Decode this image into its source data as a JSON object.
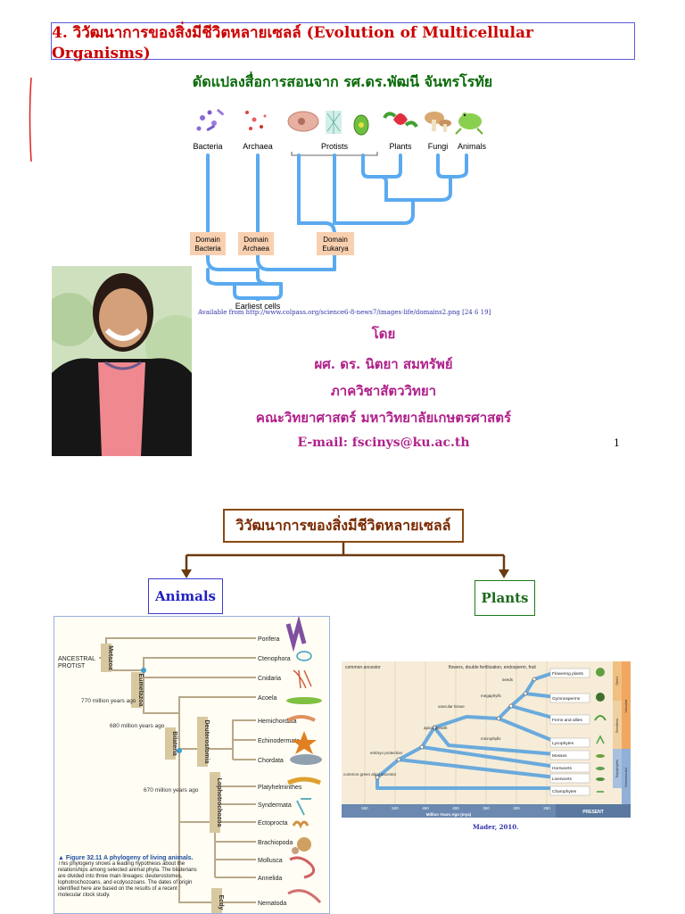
{
  "slide1": {
    "title": "4. วิวัฒนาการของสิ่งมีชีวิตหลายเซลล์ (Evolution of Multicellular Organisms)",
    "subtitle": "ดัดแปลงสื่อการสอนจาก รศ.ดร.พัฒนี จันทรโรทัย",
    "tree": {
      "groups": [
        "Bacteria",
        "Archaea",
        "Protists",
        "Plants",
        "Fungi",
        "Animals"
      ],
      "domains": [
        {
          "line1": "Domain",
          "line2": "Bacteria"
        },
        {
          "line1": "Domain",
          "line2": "Archaea"
        },
        {
          "line1": "Domain",
          "line2": "Eukarya"
        }
      ],
      "root": "Earliest cells"
    },
    "image_credit": "Available from http://www.colpass.org/science6-8-news7/images-life/domains2.png [24 6 19]",
    "by": "โดย",
    "author_name": "ผศ. ดร. นิตยา สมทรัพย์",
    "department": "ภาควิชาสัตววิทยา",
    "faculty": "คณะวิทยาศาสตร์ มหาวิทยาลัยเกษตรศาสตร์",
    "email": "E-mail: fscinys@ku.ac.th",
    "page_number": "1"
  },
  "slide2": {
    "heading": "วิวัฒนาการของสิ่งมีชีวิตหลายเซลล์",
    "animals_label": "Animals",
    "plants_label": "Plants",
    "animal_tree": {
      "ancestor_line1": "ANCESTRAL",
      "ancestor_line2": "PROTIST",
      "clade_metazoa": "Metazoa",
      "clade_eumetazoa": "Eumetazoa",
      "clade_bilateria": "Bilateria",
      "clade_deuterostomia": "Deuterostomia",
      "clade_lophotrochozoa": "Lophotrochozoa",
      "clade_ecdysozoa": "Ecdy",
      "time_770": "770 million years ago",
      "time_680": "680 million years ago",
      "time_670": "670 million years ago",
      "taxa": [
        "Porifera",
        "Ctenophora",
        "Cnidaria",
        "Acoela",
        "Hemichordata",
        "Echinodermata",
        "Chordata",
        "Platyhelminthes",
        "Syndermata",
        "Ectoprocta",
        "Brachiopoda",
        "Mollusca",
        "Annelida",
        "Nematoda"
      ],
      "caption_head": "▲ Figure 32.11 A phylogeny of living animals.",
      "caption_body": "This phylogeny shows a leading hypothesis about the relationships among selected animal phyla. The bilaterians are divided into three main lineages: deuterostomes, lophotrochozoans, and ecdysozoans. The dates of origin identified here are based on the results of a recent molecular clock study."
    },
    "plant_tree": {
      "legend": "common ancestor",
      "top_note": "flowers, double fertilization, endosperm, fruit",
      "traits": [
        "seeds",
        "megaphylls",
        "vascular tissue",
        "apical growth",
        "microphylls",
        "embryo protection"
      ],
      "ancestor": "common green algal ancestor",
      "groups": [
        "Flowering plants",
        "Gymnosperms",
        "Ferns and allies",
        "Lycophytes",
        "Mosses",
        "Hornworts",
        "Liverworts",
        "Charophytes"
      ],
      "axis_ticks": [
        "550",
        "500",
        "450",
        "400",
        "350",
        "300",
        "250"
      ],
      "axis_label": "Million Years Ago (mya)",
      "present": "PRESENT",
      "side_labels": [
        "Seed",
        "Seedless",
        "Vascular",
        "Bryophytes",
        "Nonvascular"
      ],
      "credit": "Mader, 2010."
    }
  },
  "colors": {
    "title_red": "#cc0000",
    "subtitle_green": "#0a6a0a",
    "author_magenta": "#b0208a",
    "tree_blue": "#5aaaf0",
    "heading_brown": "#7a2a00"
  }
}
